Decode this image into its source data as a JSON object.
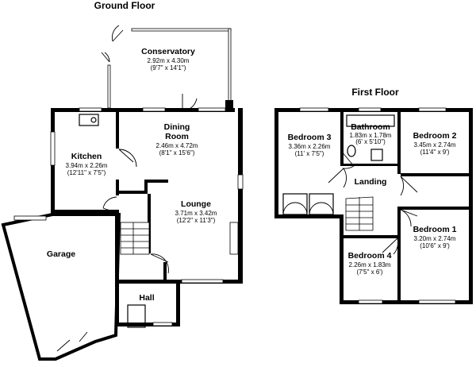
{
  "ground_floor": {
    "title": "Ground Floor",
    "rooms": {
      "conservatory": {
        "name": "Conservatory",
        "metric": "2.92m x 4.30m",
        "imperial": "(9'7\" x 14'1\")"
      },
      "dining_room": {
        "name_line1": "Dining",
        "name_line2": "Room",
        "metric": "2.46m x 4.72m",
        "imperial": "(8'1\" x 15'6\")"
      },
      "kitchen": {
        "name": "Kitchen",
        "metric": "3.94m x 2.26m",
        "imperial": "(12'11\" x 7'5\")"
      },
      "lounge": {
        "name": "Lounge",
        "metric": "3.71m x 3.42m",
        "imperial": "(12'2\" x 11'3\")"
      },
      "garage": {
        "name": "Garage"
      },
      "hall": {
        "name": "Hall"
      }
    }
  },
  "first_floor": {
    "title": "First Floor",
    "rooms": {
      "bedroom3": {
        "name": "Bedroom 3",
        "metric": "3.36m x 2.26m",
        "imperial": "(11' x 7'5\")"
      },
      "bathroom": {
        "name": "Bathroom",
        "metric": "1.83m x 1.78m",
        "imperial": "(6' x 5'10\")"
      },
      "bedroom2": {
        "name": "Bedroom 2",
        "metric": "3.45m x 2.74m",
        "imperial": "(11'4\" x 9')"
      },
      "landing": {
        "name": "Landing"
      },
      "bedroom1": {
        "name": "Bedroom 1",
        "metric": "3.20m x 2.74m",
        "imperial": "(10'6\" x 9')"
      },
      "bedroom4": {
        "name": "Bedroom 4",
        "metric": "2.26m x 1.83m",
        "imperial": "(7'5\" x 6')"
      }
    }
  }
}
